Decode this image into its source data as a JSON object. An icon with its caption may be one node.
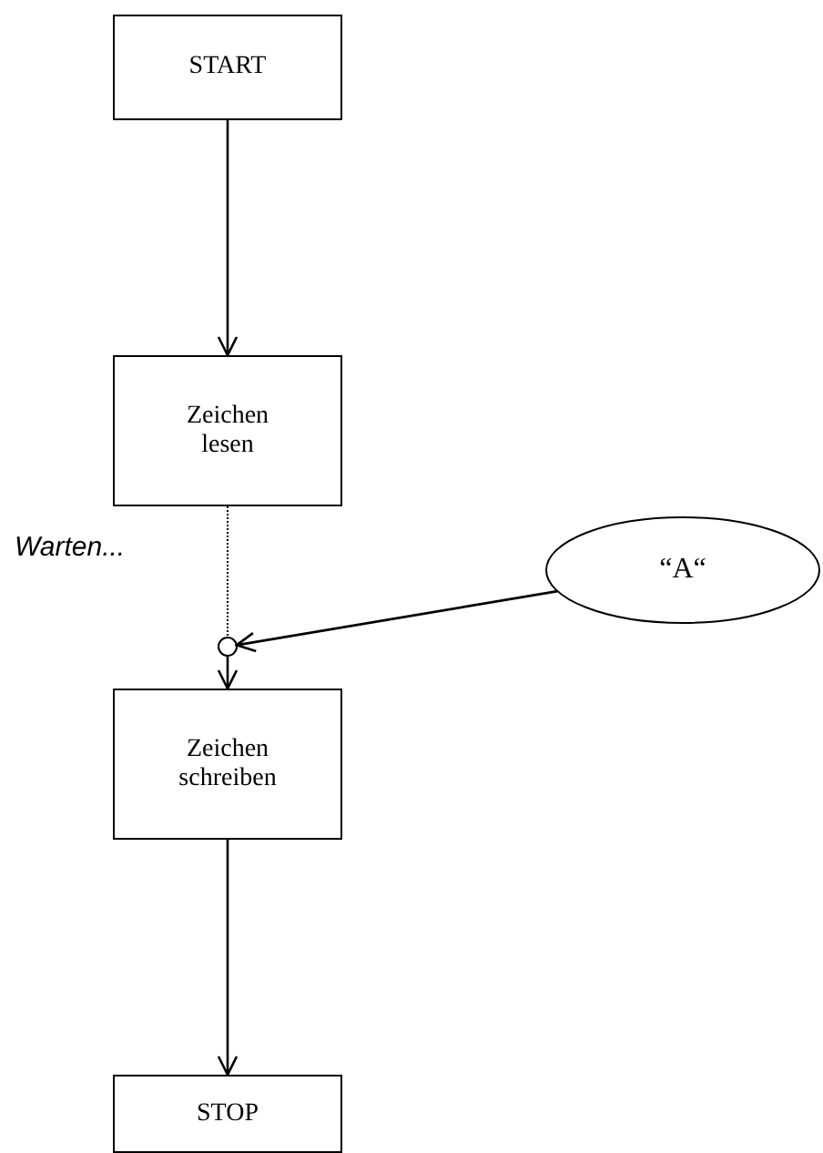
{
  "diagram": {
    "nodes": [
      {
        "text": [
          "START"
        ]
      },
      {
        "text": [
          "Zeichen lesen"
        ]
      },
      {
        "text": [
          "“A“"
        ]
      },
      {
        "text": [],
        "shape": "circle"
      },
      {
        "text": [
          "Zeichen schreiben"
        ]
      },
      {
        "text": [
          "STOP"
        ]
      }
    ],
    "edges": [
      {
        "from": 0,
        "to": 1,
        "arrow": "to"
      },
      {
        "from": 1,
        "to": 3,
        "arrow": "none",
        "style": "dashed"
      },
      {
        "from": 2,
        "to": 3,
        "arrow": "to"
      },
      {
        "from": 3,
        "to": 4,
        "arrow": "to"
      },
      {
        "from": 4,
        "to": 5,
        "arrow": "to"
      }
    ],
    "labels": [
      "Warten..."
    ]
  }
}
